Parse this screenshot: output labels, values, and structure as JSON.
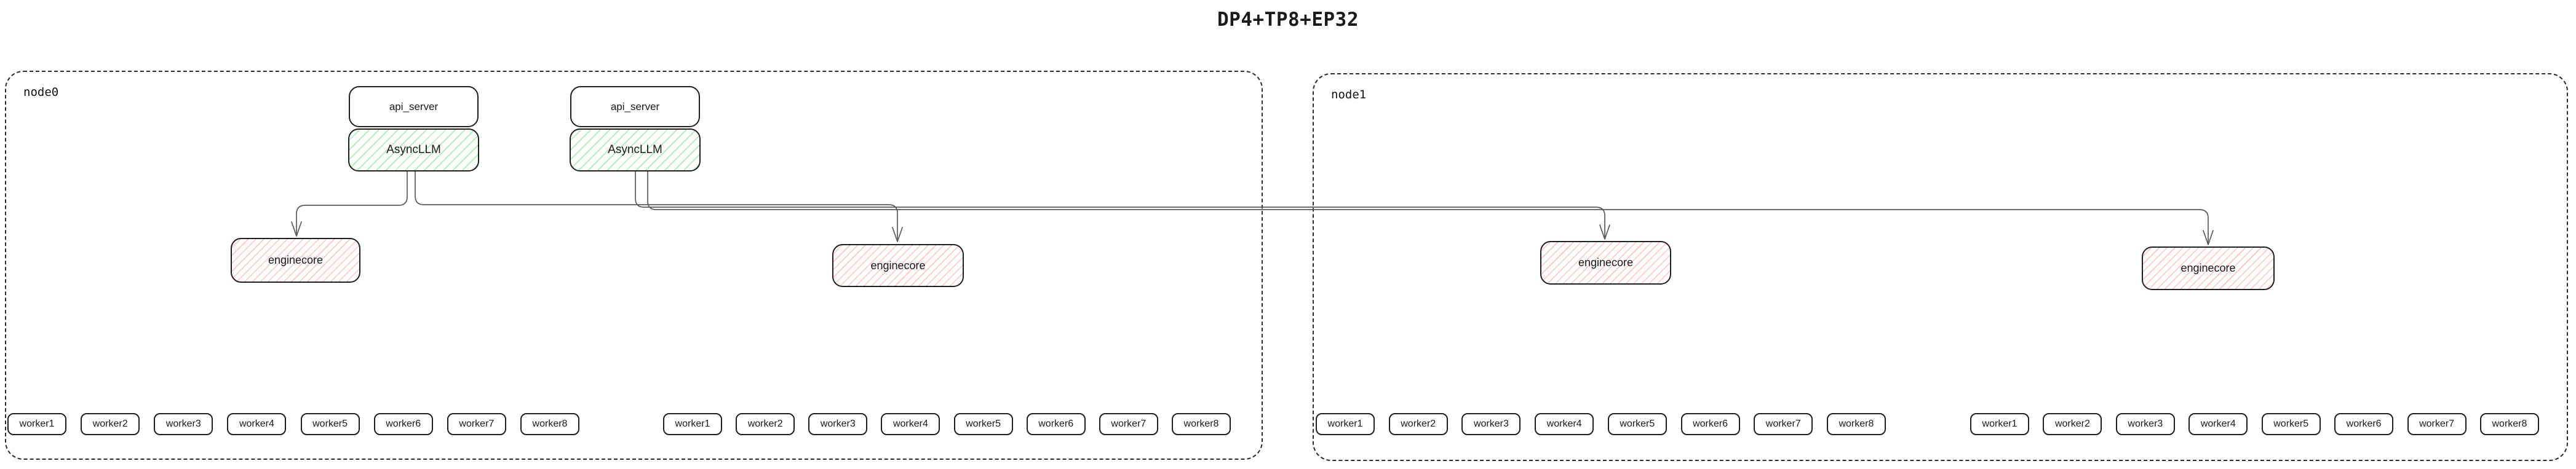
{
  "title": "DP4+TP8+EP32",
  "colors": {
    "box_border": "#1e1e1e",
    "green_hatch_accent": "#40c057",
    "pink_hatch_accent": "#e04949",
    "connector_gray": "#5a5a5a",
    "node_border": "#2b2b2b"
  },
  "nodes": [
    {
      "label": "node0",
      "api_pairs": [
        {
          "api_server": "api_server",
          "async_llm": "AsyncLLM"
        },
        {
          "api_server": "api_server",
          "async_llm": "AsyncLLM"
        }
      ],
      "enginecores": [
        "enginecore",
        "enginecore"
      ],
      "worker_groups": [
        [
          "worker1",
          "worker2",
          "worker3",
          "worker4",
          "worker5",
          "worker6",
          "worker7",
          "worker8"
        ],
        [
          "worker1",
          "worker2",
          "worker3",
          "worker4",
          "worker5",
          "worker6",
          "worker7",
          "worker8"
        ]
      ]
    },
    {
      "label": "node1",
      "api_pairs": [],
      "enginecores": [
        "enginecore",
        "enginecore"
      ],
      "worker_groups": [
        [
          "worker1",
          "worker2",
          "worker3",
          "worker4",
          "worker5",
          "worker6",
          "worker7",
          "worker8"
        ],
        [
          "worker1",
          "worker2",
          "worker3",
          "worker4",
          "worker5",
          "worker6",
          "worker7",
          "worker8"
        ]
      ]
    }
  ]
}
